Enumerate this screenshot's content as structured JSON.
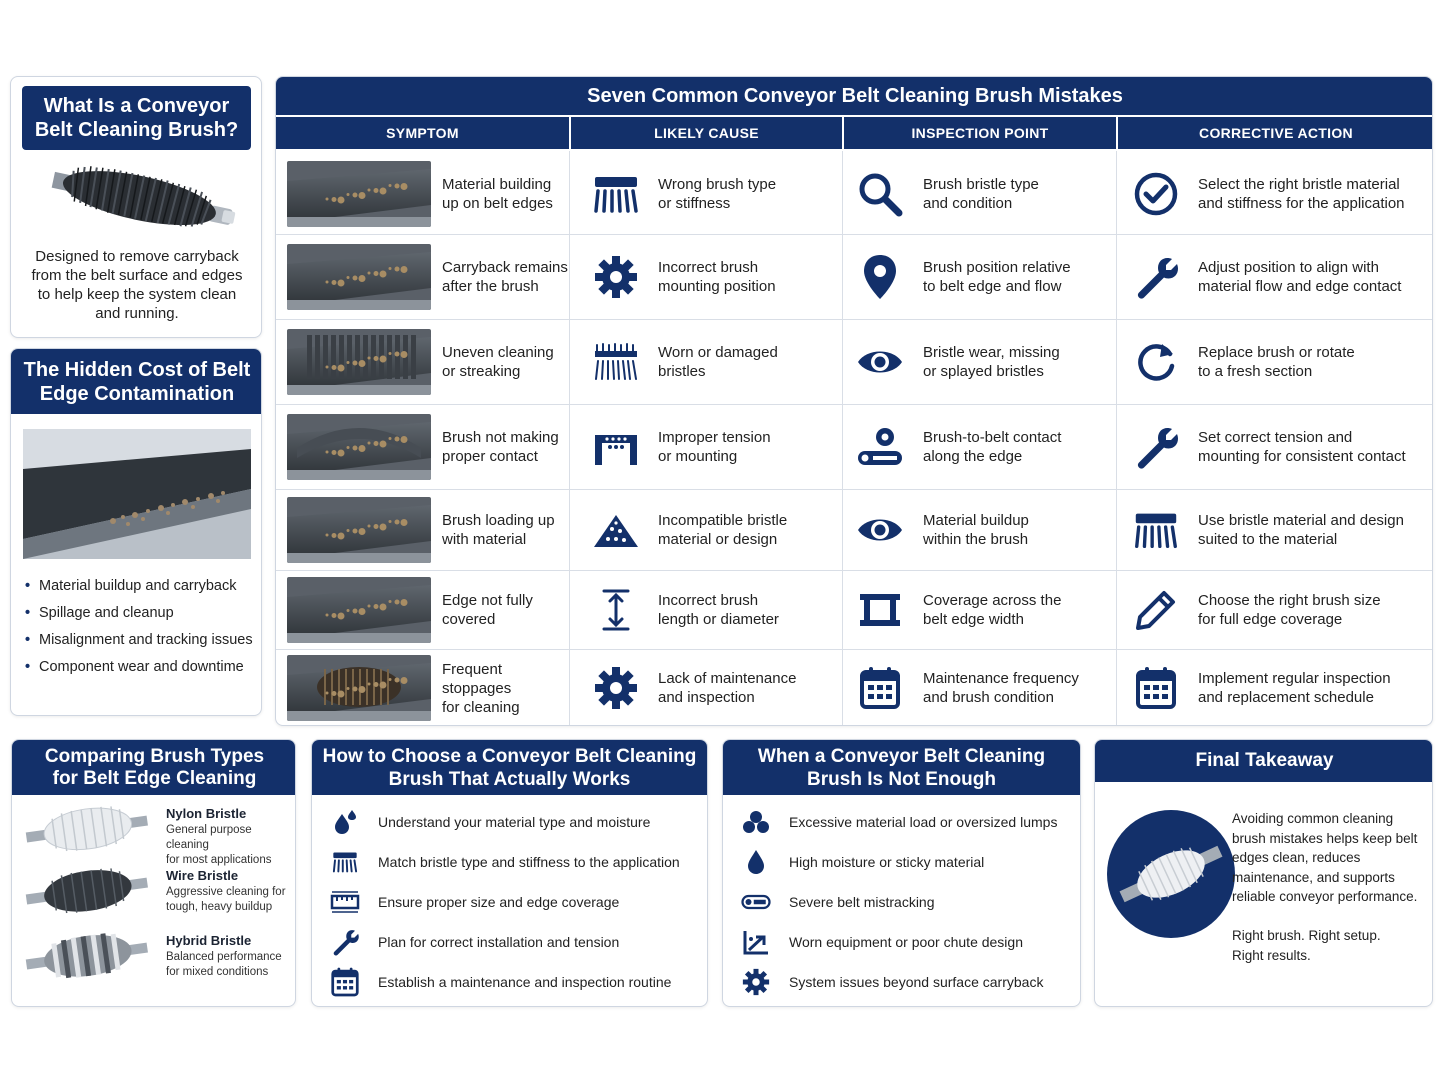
{
  "what_is": {
    "title_line1": "What Is a Conveyor",
    "title_line2": "Belt Cleaning Brush?",
    "description": "Designed to remove carryback from the belt surface and edges to help keep the system clean and running."
  },
  "hidden_cost": {
    "title_line1": "The Hidden Cost of Belt",
    "title_line2": "Edge Contamination",
    "items": [
      "Material buildup and carryback",
      "Spillage and cleanup",
      "Misalignment and tracking issues",
      "Component wear and downtime"
    ]
  },
  "mistakes": {
    "title": "Seven Common Conveyor Belt Cleaning Brush Mistakes",
    "columns": [
      "SYMPTOM",
      "LIKELY CAUSE",
      "INSPECTION POINT",
      "CORRECTIVE ACTION"
    ],
    "rows": [
      {
        "symptom": [
          "Material building",
          "up on belt edges"
        ],
        "cause": [
          "Wrong brush type",
          "or stiffness"
        ],
        "cause_icon": "brush-icon",
        "inspect": [
          "Brush bristle type",
          "and condition"
        ],
        "inspect_icon": "magnifier-icon",
        "action": [
          "Select the right bristle material",
          "and stiffness for the application"
        ],
        "action_icon": "check-circle-icon"
      },
      {
        "symptom": [
          "Carryback remains",
          "after the brush"
        ],
        "cause": [
          "Incorrect brush",
          "mounting position"
        ],
        "cause_icon": "gear-icon",
        "inspect": [
          "Brush position relative",
          "to belt edge and flow"
        ],
        "inspect_icon": "location-pin-icon",
        "action": [
          "Adjust position to align with",
          "material flow and edge contact"
        ],
        "action_icon": "wrench-icon"
      },
      {
        "symptom": [
          "Uneven cleaning",
          "or streaking"
        ],
        "cause": [
          "Worn or damaged",
          "bristles"
        ],
        "cause_icon": "worn-bristles-icon",
        "inspect": [
          "Bristle wear, missing",
          "or splayed bristles"
        ],
        "inspect_icon": "eye-icon",
        "action": [
          "Replace brush or rotate",
          "to a fresh section"
        ],
        "action_icon": "rotate-icon"
      },
      {
        "symptom": [
          "Brush not making",
          "proper contact"
        ],
        "cause": [
          "Improper tension",
          "or mounting"
        ],
        "cause_icon": "mounting-frame-icon",
        "inspect": [
          "Brush-to-belt contact",
          "along the edge"
        ],
        "inspect_icon": "belt-contact-icon",
        "action": [
          "Set correct tension and",
          "mounting for consistent contact"
        ],
        "action_icon": "wrench-icon"
      },
      {
        "symptom": [
          "Brush loading up",
          "with material"
        ],
        "cause": [
          "Incompatible bristle",
          "material or design"
        ],
        "cause_icon": "material-pile-icon",
        "inspect": [
          "Material buildup",
          "within the brush"
        ],
        "inspect_icon": "eye-icon",
        "action": [
          "Use bristle material and design",
          "suited to the material"
        ],
        "action_icon": "brush-icon"
      },
      {
        "symptom": [
          "Edge not fully",
          "covered"
        ],
        "cause": [
          "Incorrect brush",
          "length or diameter"
        ],
        "cause_icon": "vertical-measure-icon",
        "inspect": [
          "Coverage across the",
          "belt edge width"
        ],
        "inspect_icon": "width-frame-icon",
        "action": [
          "Choose the right brush size",
          "for full edge coverage"
        ],
        "action_icon": "pencil-icon"
      },
      {
        "symptom": [
          "Frequent stoppages",
          "for cleaning"
        ],
        "cause": [
          "Lack of maintenance",
          "and inspection"
        ],
        "cause_icon": "gear-icon",
        "inspect": [
          "Maintenance frequency",
          "and brush condition"
        ],
        "inspect_icon": "calendar-icon",
        "action": [
          "Implement regular inspection",
          "and replacement schedule"
        ],
        "action_icon": "calendar-icon"
      }
    ]
  },
  "compare": {
    "title_line1": "Comparing Brush Types",
    "title_line2": "for Belt Edge Cleaning",
    "types": [
      {
        "name": "Nylon Bristle",
        "desc": [
          "General purpose cleaning",
          "for most applications"
        ]
      },
      {
        "name": "Wire Bristle",
        "desc": [
          "Aggressive cleaning for",
          "tough, heavy buildup"
        ]
      },
      {
        "name": "Hybrid Bristle",
        "desc": [
          "Balanced performance",
          "for mixed conditions"
        ]
      }
    ]
  },
  "choose": {
    "title_line1": "How to Choose a Conveyor Belt Cleaning",
    "title_line2": "Brush That Actually Works",
    "items": [
      "Understand your material type and moisture",
      "Match bristle type and stiffness to the application",
      "Ensure proper size and edge coverage",
      "Plan for correct installation and tension",
      "Establish a maintenance and inspection routine"
    ],
    "icons": [
      "droplets-icon",
      "brush-icon",
      "ruler-icon",
      "wrench-icon",
      "calendar-icon"
    ]
  },
  "when": {
    "title_line1": "When a Conveyor Belt Cleaning",
    "title_line2": "Brush Is Not Enough",
    "items": [
      "Excessive material load or oversized lumps",
      "High moisture or sticky material",
      "Severe belt mistracking",
      "Worn equipment or poor chute design",
      "System issues beyond surface carryback"
    ],
    "icons": [
      "lumps-icon",
      "droplet-icon",
      "belt-icon",
      "chute-icon",
      "gear-icon"
    ]
  },
  "final": {
    "title": "Final Takeaway",
    "paragraph": "Avoiding common cleaning brush mistakes helps keep belt edges clean, reduces maintenance, and supports reliable conveyor performance.",
    "closing_line1": "Right brush. Right setup.",
    "closing_line2": "Right results."
  },
  "colors": {
    "navy": "#13306a",
    "border": "#cfd6e1"
  }
}
